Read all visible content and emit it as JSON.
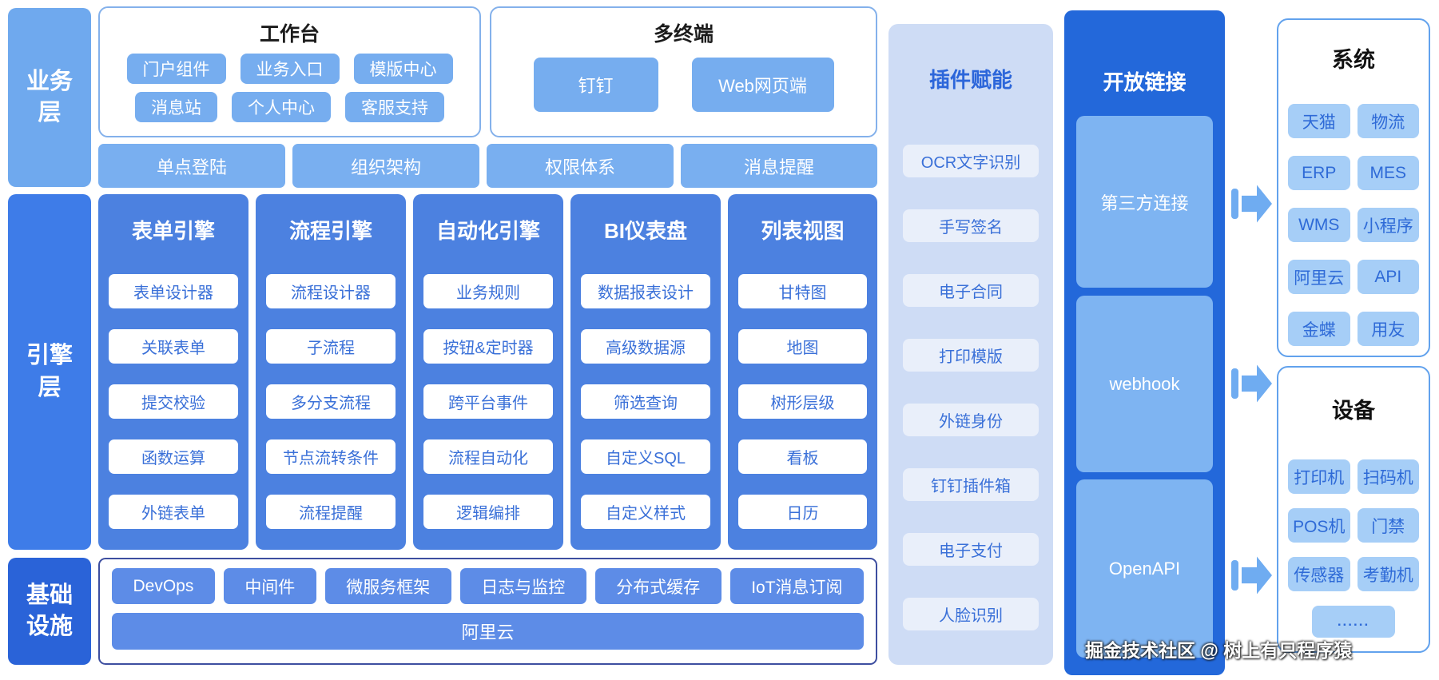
{
  "layers": {
    "business": "业务层",
    "engine": "引擎层",
    "infra": "基础设施"
  },
  "workbench": {
    "title": "工作台",
    "items": [
      "门户组件",
      "业务入口",
      "模版中心",
      "消息站",
      "个人中心",
      "客服支持"
    ]
  },
  "terminals": {
    "title": "多终端",
    "items": [
      "钉钉",
      "Web网页端"
    ]
  },
  "platform_bars": [
    "单点登陆",
    "组织架构",
    "权限体系",
    "消息提醒"
  ],
  "engine_columns": [
    {
      "title": "表单引擎",
      "items": [
        "表单设计器",
        "关联表单",
        "提交校验",
        "函数运算",
        "外链表单"
      ]
    },
    {
      "title": "流程引擎",
      "items": [
        "流程设计器",
        "子流程",
        "多分支流程",
        "节点流转条件",
        "流程提醒"
      ]
    },
    {
      "title": "自动化引擎",
      "items": [
        "业务规则",
        "按钮&定时器",
        "跨平台事件",
        "流程自动化",
        "逻辑编排"
      ]
    },
    {
      "title": "BI仪表盘",
      "items": [
        "数据报表设计",
        "高级数据源",
        "筛选查询",
        "自定义SQL",
        "自定义样式"
      ]
    },
    {
      "title": "列表视图",
      "items": [
        "甘特图",
        "地图",
        "树形层级",
        "看板",
        "日历"
      ]
    }
  ],
  "infrastructure": {
    "items": [
      "DevOps",
      "中间件",
      "微服务框架",
      "日志与监控",
      "分布式缓存",
      "IoT消息订阅"
    ],
    "cloud": "阿里云"
  },
  "plugins": {
    "title": "插件赋能",
    "items": [
      "OCR文字识别",
      "手写签名",
      "电子合同",
      "打印模版",
      "外链身份",
      "钉钉插件箱",
      "电子支付",
      "人脸识别"
    ]
  },
  "open_link": {
    "title": "开放链接",
    "items": [
      "第三方连接",
      "webhook",
      "OpenAPI"
    ]
  },
  "systems": {
    "title": "系统",
    "items": [
      "天猫",
      "物流",
      "ERP",
      "MES",
      "WMS",
      "小程序",
      "阿里云",
      "API",
      "金蝶",
      "用友"
    ]
  },
  "devices": {
    "title": "设备",
    "items": [
      "打印机",
      "扫码机",
      "POS机",
      "门禁",
      "传感器",
      "考勤机"
    ],
    "more": "......"
  },
  "watermark": "掘金技术社区 @ 树上有只程序猿",
  "colors": {
    "accent_blue": "#2368DA",
    "engine_column": "#4C81E0",
    "light_chip": "#76ADEF",
    "infra_chip": "#5D8CE7",
    "plugin_panel": "#CEDCF5",
    "plugin_chip": "#E9EFFA",
    "right_chip": "#A6CEF7",
    "chip_text_blue": "#3A70D8",
    "arrow": "#6FACF1"
  }
}
